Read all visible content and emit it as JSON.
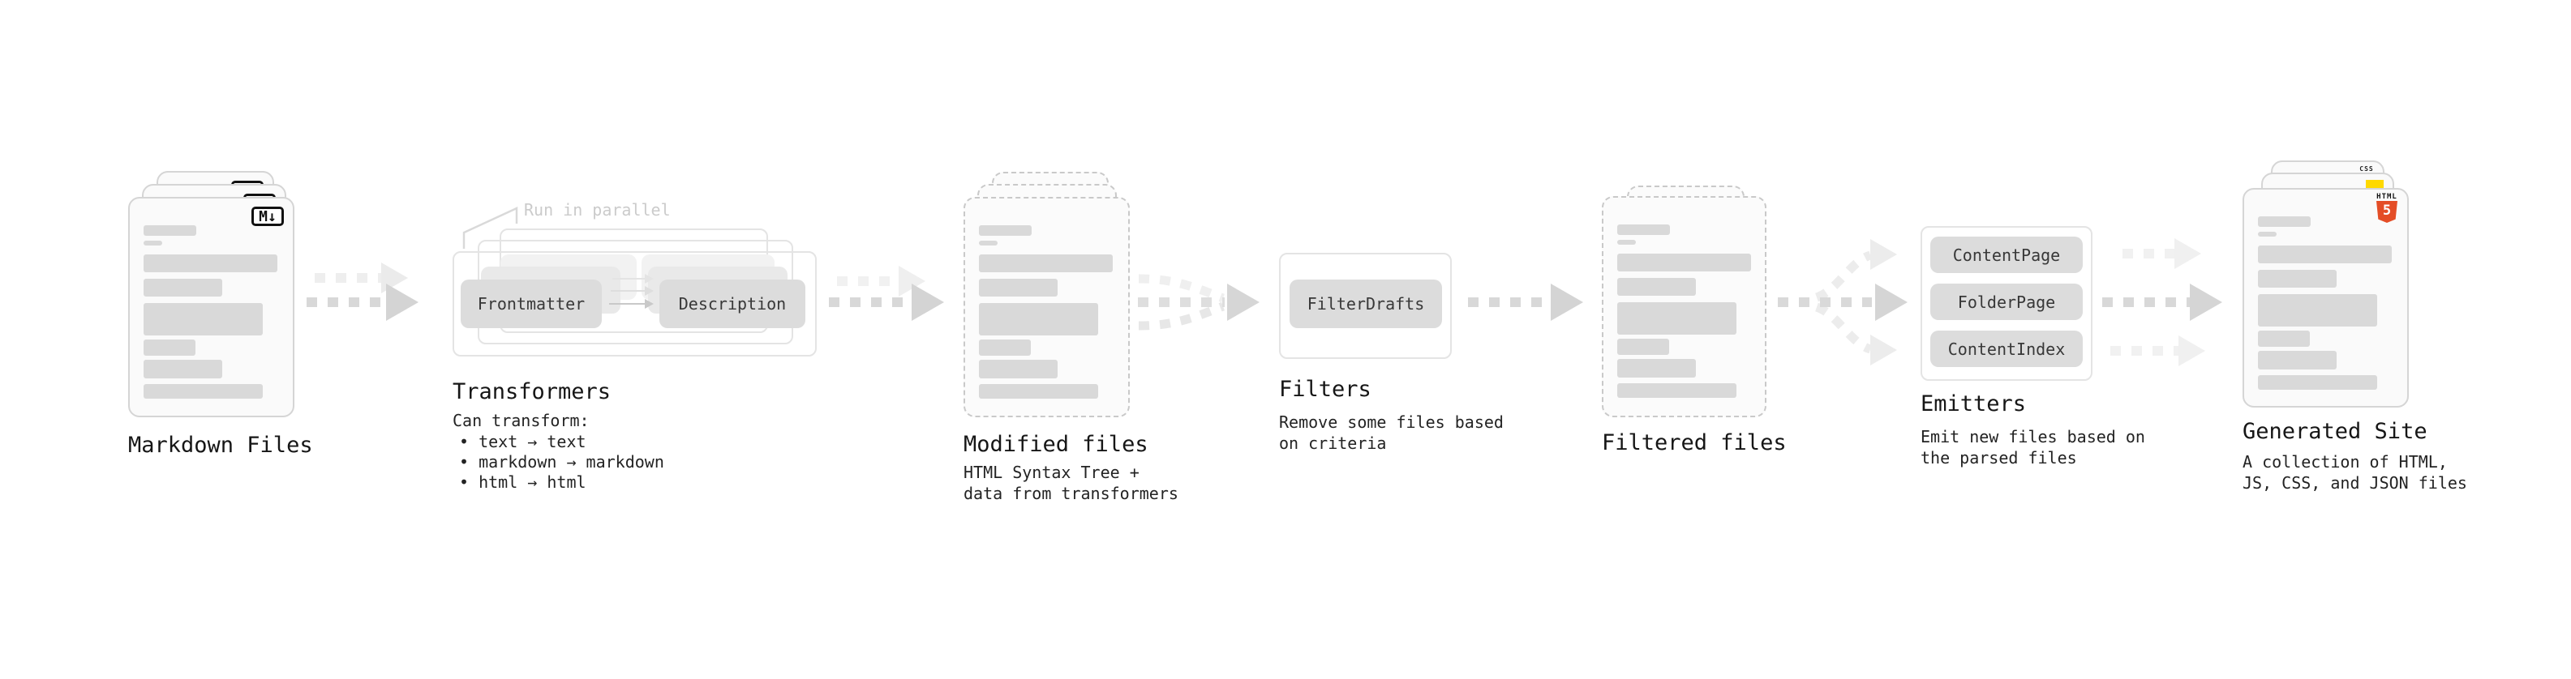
{
  "diagram": {
    "stages": {
      "markdown_files": {
        "title": "Markdown Files",
        "badge": "M↓"
      },
      "transformers": {
        "title": "Transformers",
        "annotation": "Run in parallel",
        "pills": [
          "Frontmatter",
          "Description"
        ],
        "caption": "Can transform:",
        "bullets": [
          "• text → text",
          "• markdown → markdown",
          "• html → html"
        ]
      },
      "modified_files": {
        "title": "Modified files",
        "subtitle_lines": [
          "HTML Syntax Tree +",
          "data from transformers"
        ]
      },
      "filters": {
        "title": "Filters",
        "pills": [
          "FilterDrafts"
        ],
        "subtitle_lines": [
          "Remove some files based",
          "on criteria"
        ]
      },
      "filtered_files": {
        "title": "Filtered files"
      },
      "emitters": {
        "title": "Emitters",
        "pills": [
          "ContentPage",
          "FolderPage",
          "ContentIndex"
        ],
        "subtitle_lines": [
          "Emit new files based on",
          "the parsed files"
        ]
      },
      "generated_site": {
        "title": "Generated Site",
        "subtitle_lines": [
          "A collection of HTML,",
          "JS, CSS, and JSON files"
        ],
        "badges": {
          "html_label": "HTML",
          "html_number": "5",
          "css": "CSS"
        }
      }
    },
    "colors": {
      "html5_orange": "#e44d26",
      "js_yellow": "#ffd900",
      "css_blue": "#2f6ae0"
    }
  }
}
